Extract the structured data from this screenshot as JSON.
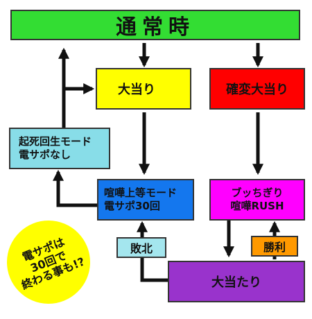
{
  "colors": {
    "normal": "#33dd33",
    "hit": "#ffff00",
    "prob_hit": "#ff0000",
    "resurrection": "#88dde8",
    "fight_mode": "#1477ee",
    "rush": "#ff00ff",
    "lose": "#a4e6ee",
    "win": "#ff9900",
    "big_hit": "#9933cc",
    "note": "#ffff00",
    "arrow": "#111111"
  },
  "nodes": {
    "normal": "通常時",
    "hit": "大当り",
    "prob_hit": "確変大当り",
    "resurrection": [
      "起死回生モード",
      "電サポなし"
    ],
    "fight_mode": [
      "喧嘩上等モード",
      "電サポ30回"
    ],
    "rush": [
      "ブッちぎり",
      "喧嘩RUSH"
    ],
    "lose": "敗北",
    "win": "勝利",
    "big_hit": "大当たり"
  },
  "note": [
    "電サポは",
    "30回で",
    "終わる事も!?"
  ]
}
